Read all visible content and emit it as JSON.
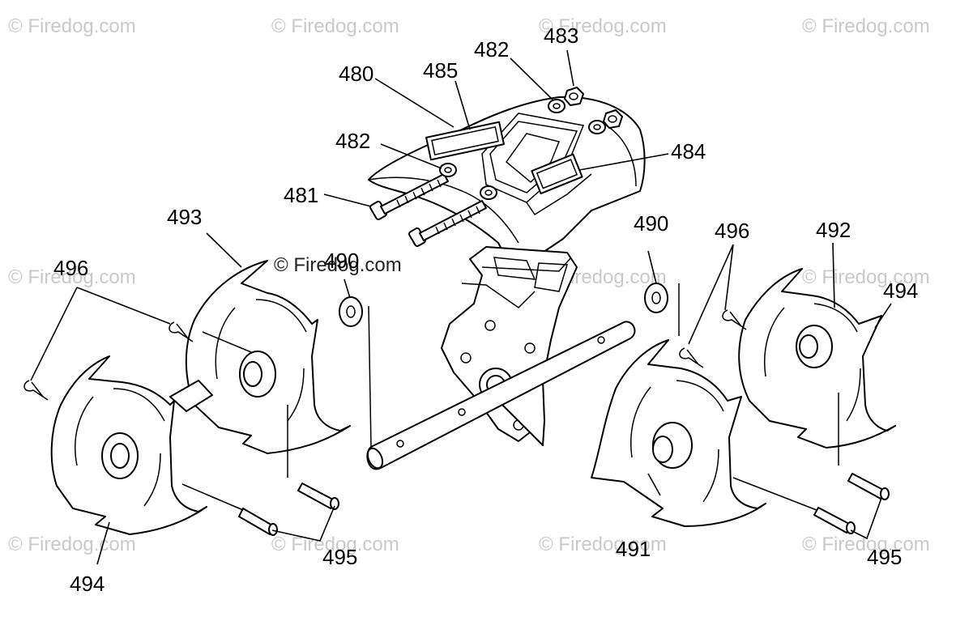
{
  "watermark": {
    "text": "© Firedog.com",
    "center_text": "© Firedog.com"
  },
  "callouts": {
    "c480": "480",
    "c481": "481",
    "c482_top": "482",
    "c482_left": "482",
    "c483": "483",
    "c484": "484",
    "c485": "485",
    "c490_left": "490",
    "c490_right": "490",
    "c491": "491",
    "c492": "492",
    "c493": "493",
    "c494_left": "494",
    "c494_right": "494",
    "c495_left": "495",
    "c495_right": "495",
    "c496_left": "496",
    "c496_right": "496"
  }
}
